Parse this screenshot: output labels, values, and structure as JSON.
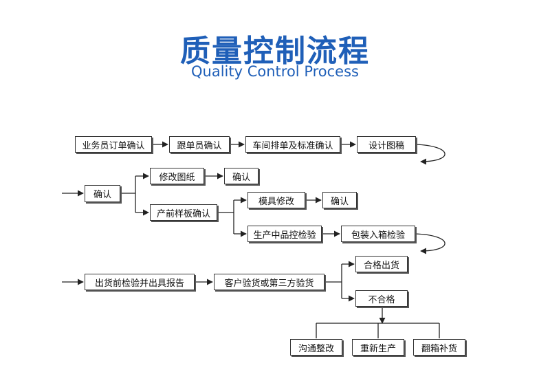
{
  "header": {
    "title": "质量控制流程",
    "subtitle": "Quality Control Process"
  },
  "steps": {
    "order_confirm": "业务员订单确认",
    "merch_confirm": "跟单员确认",
    "workshop_confirm": "车间排单及标准确认",
    "design_draft": "设计图稿",
    "confirm_1": "确认",
    "modify_drawing": "修改图纸",
    "confirm_2": "确认",
    "sample_confirm": "产前样板确认",
    "mold_modify": "模具修改",
    "confirm_3": "确认",
    "in_process_qc": "生产中品控检验",
    "packing_qc": "包装入箱检验",
    "pre_shipment": "出货前检验并出具报告",
    "customer_qc": "客户验货或第三方验货",
    "pass_ship": "合格出货",
    "fail": "不合格",
    "communicate": "沟通整改",
    "reproduce": "重新生产",
    "refurbish": "翻箱补货"
  },
  "colors": {
    "accent": "#1f5fb8",
    "line": "#222222"
  }
}
